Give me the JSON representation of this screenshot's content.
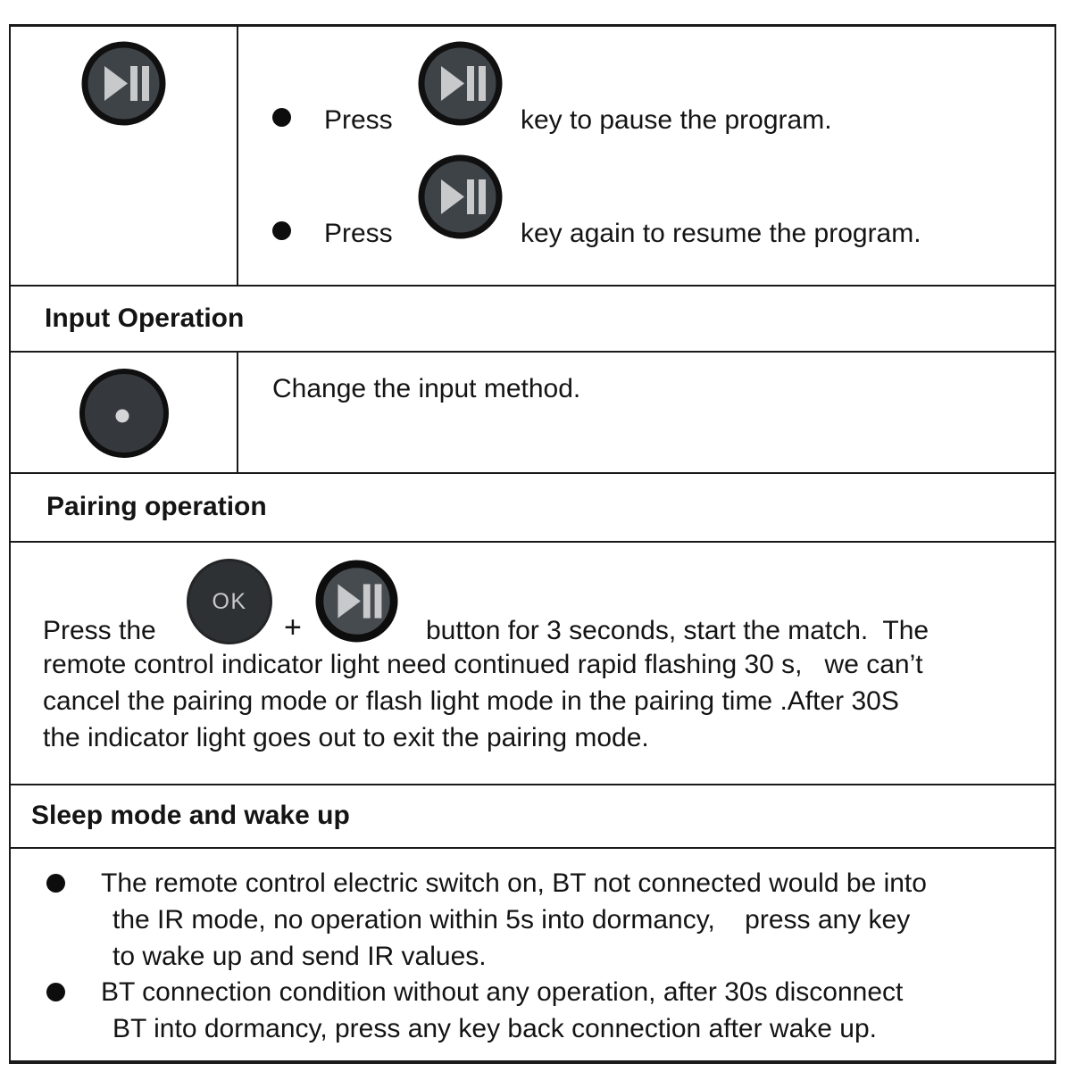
{
  "colors": {
    "table_border": "#1a1a1a",
    "text": "#141414",
    "key_button_fill": "#3e4348",
    "key_button_ring": "#101010",
    "key_button_glyph": "#c7c9cb",
    "ok_button_fill": "#2e3134",
    "ok_button_text": "#c6c8c9"
  },
  "playpause_row": {
    "bullets": [
      {
        "prefix": "Press",
        "suffix": "key to pause the program."
      },
      {
        "prefix": "Press",
        "suffix": "key again to resume the program."
      }
    ]
  },
  "input_section": {
    "header": "Input Operation",
    "description": "Change the input method."
  },
  "pairing_section": {
    "header": "Pairing operation",
    "intro": "Press the",
    "plus": "+",
    "line1": "button for 3 seconds, start the match.  The",
    "lines": [
      "remote control indicator light need continued rapid flashing 30 s,   we can’t",
      "cancel the pairing mode or flash light mode in the pairing time .After 30S",
      "the indicator light goes out to exit the pairing mode."
    ]
  },
  "ok_label": "OK",
  "sleep_section": {
    "header": "Sleep mode and wake up",
    "bullets": [
      {
        "lines": [
          "The remote control electric switch on, BT not connected would be into",
          "the IR mode, no operation within 5s into dormancy,    press any key",
          "to wake up and send IR values."
        ]
      },
      {
        "lines": [
          "BT connection condition without any operation, after 30s disconnect",
          "BT into dormancy, press any key back connection after wake up."
        ]
      }
    ]
  }
}
